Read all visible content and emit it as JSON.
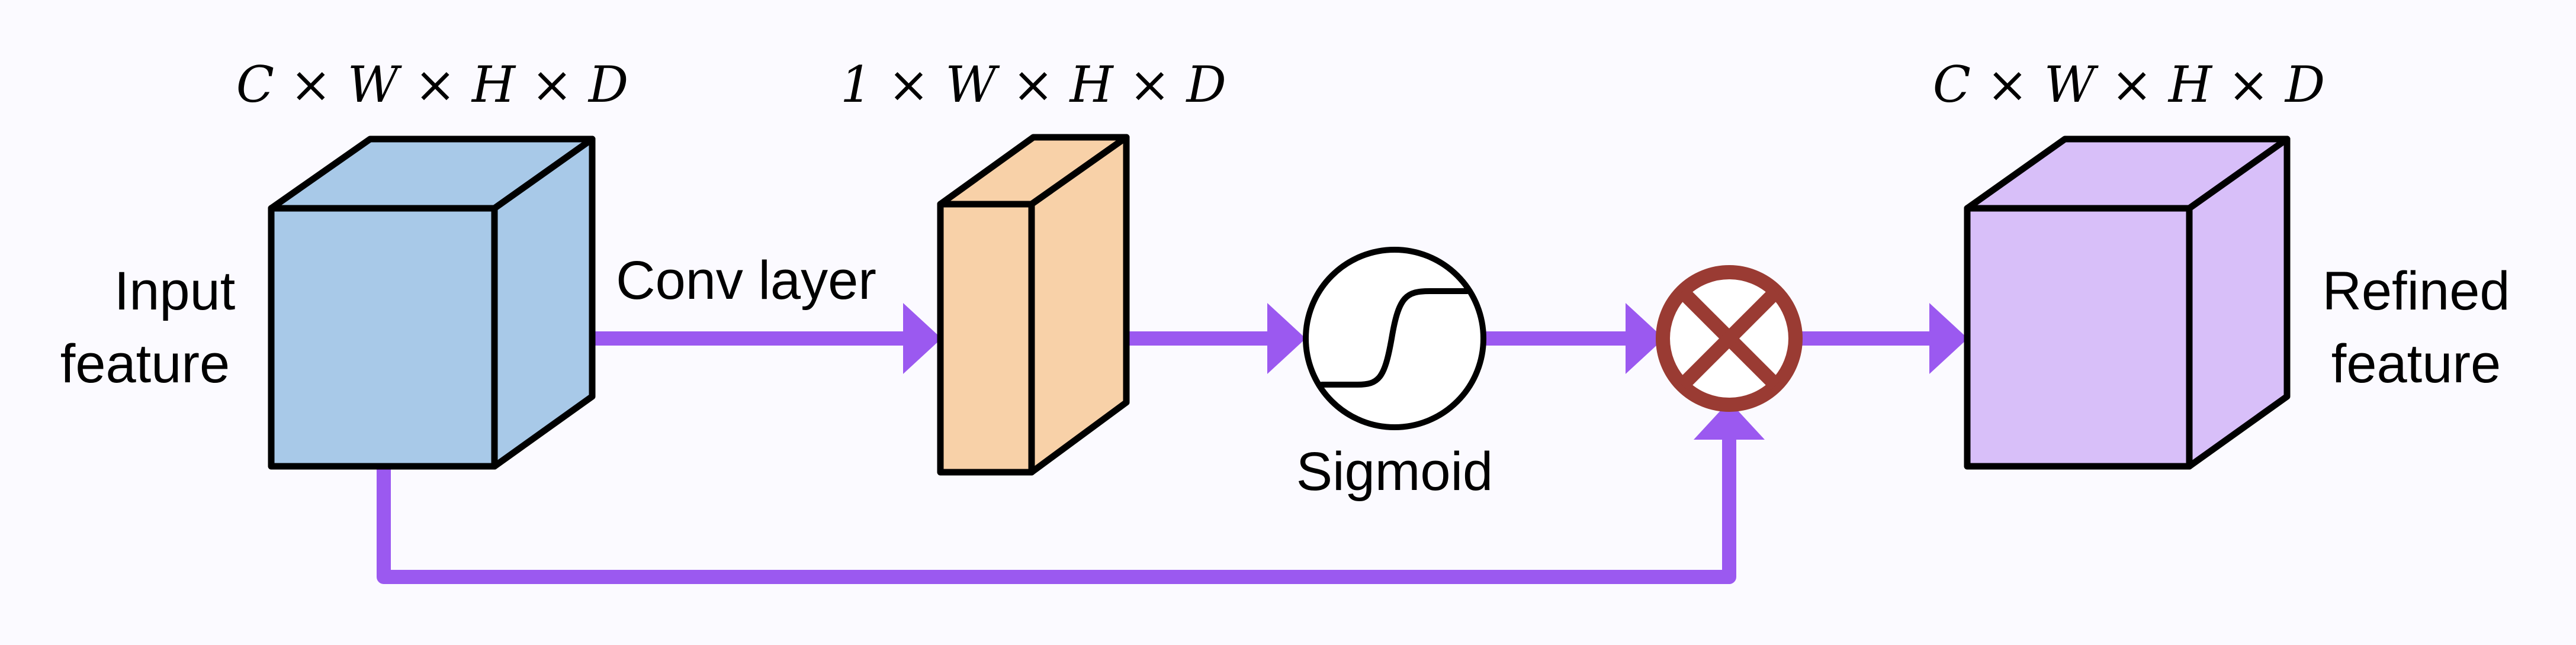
{
  "labels": {
    "input_dims": "C × W × H × D",
    "attention_dims": "1 × W × H × D",
    "output_dims": "C × W × H × D",
    "input_feature_line1": "Input",
    "input_feature_line2": "feature",
    "conv_layer": "Conv layer",
    "sigmoid": "Sigmoid",
    "refined_feature_line1": "Refined",
    "refined_feature_line2": "feature"
  },
  "colors": {
    "background": "#fbfaff",
    "arrow": "#9b59f0",
    "input_cube": "#a8c9e8",
    "attention_slab": "#f8d1a8",
    "output_cube": "#d8bff9",
    "multiply_node": "#9a3b33",
    "outline": "#000000"
  },
  "icons": {
    "sigmoid_node": "sigmoid-curve-icon",
    "multiply_node": "multiply-circle-icon"
  }
}
